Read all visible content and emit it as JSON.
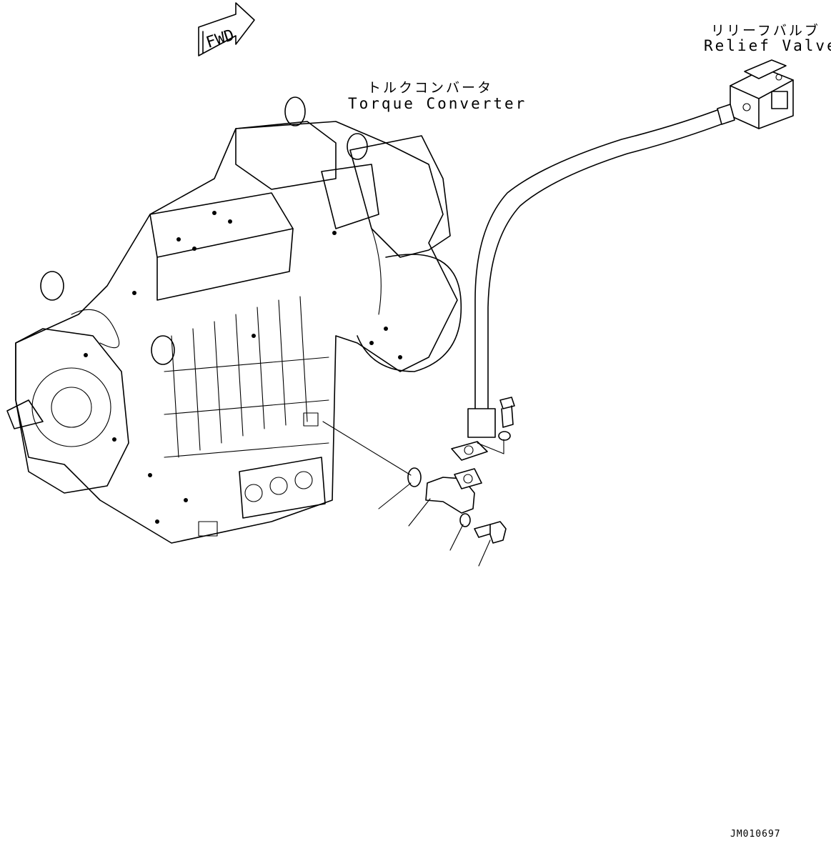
{
  "fwd_label": "FWD",
  "relief_valve": {
    "label_jp": "リリーフバルブ",
    "label_en": "Relief Valve"
  },
  "torque_converter": {
    "label_jp": "トルクコンバータ",
    "label_en": "Torque Converter"
  },
  "drawing_code": "JM010697"
}
